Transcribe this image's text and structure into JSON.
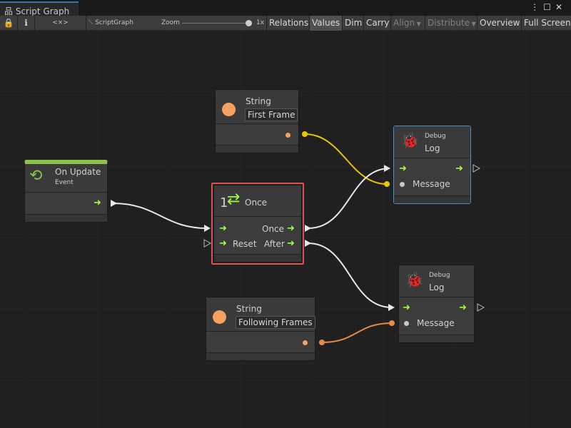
{
  "window": {
    "tab_title": "Script Graph",
    "icons": [
      "hierarchy-icon",
      "more-icon",
      "maximize-icon",
      "close-icon"
    ]
  },
  "toolbar": {
    "graph_name": "ScriptGraph",
    "zoom_label": "Zoom",
    "zoom_value": "1x",
    "zoom_level": 1.0,
    "code_label": "<×>",
    "buttons": [
      "Relations",
      "Values",
      "Dim",
      "Carry",
      "Align",
      "Distribute",
      "Overview",
      "Full Screen"
    ]
  },
  "nodes": {
    "on_update": {
      "title": "On Update",
      "subtitle": "Event",
      "accent": "#8bc34a"
    },
    "string1": {
      "title": "String",
      "value": "First Frame",
      "color": "#f4a261"
    },
    "once": {
      "count": "1",
      "title": "Once",
      "out_once": "Once",
      "in_reset": "Reset",
      "out_after": "After",
      "selected_color": "#e05050"
    },
    "log1": {
      "category": "Debug",
      "title": "Log",
      "message": "Message"
    },
    "log2": {
      "category": "Debug",
      "title": "Log",
      "message": "Message"
    },
    "string2": {
      "title": "String",
      "value": "Following Frames",
      "color": "#f4a261"
    }
  },
  "colors": {
    "flow": "#9dff3c",
    "string_edge": "#e6c800",
    "string_edge2": "#e8894a",
    "selection": "#e05050",
    "debug": "#ff5a36"
  }
}
